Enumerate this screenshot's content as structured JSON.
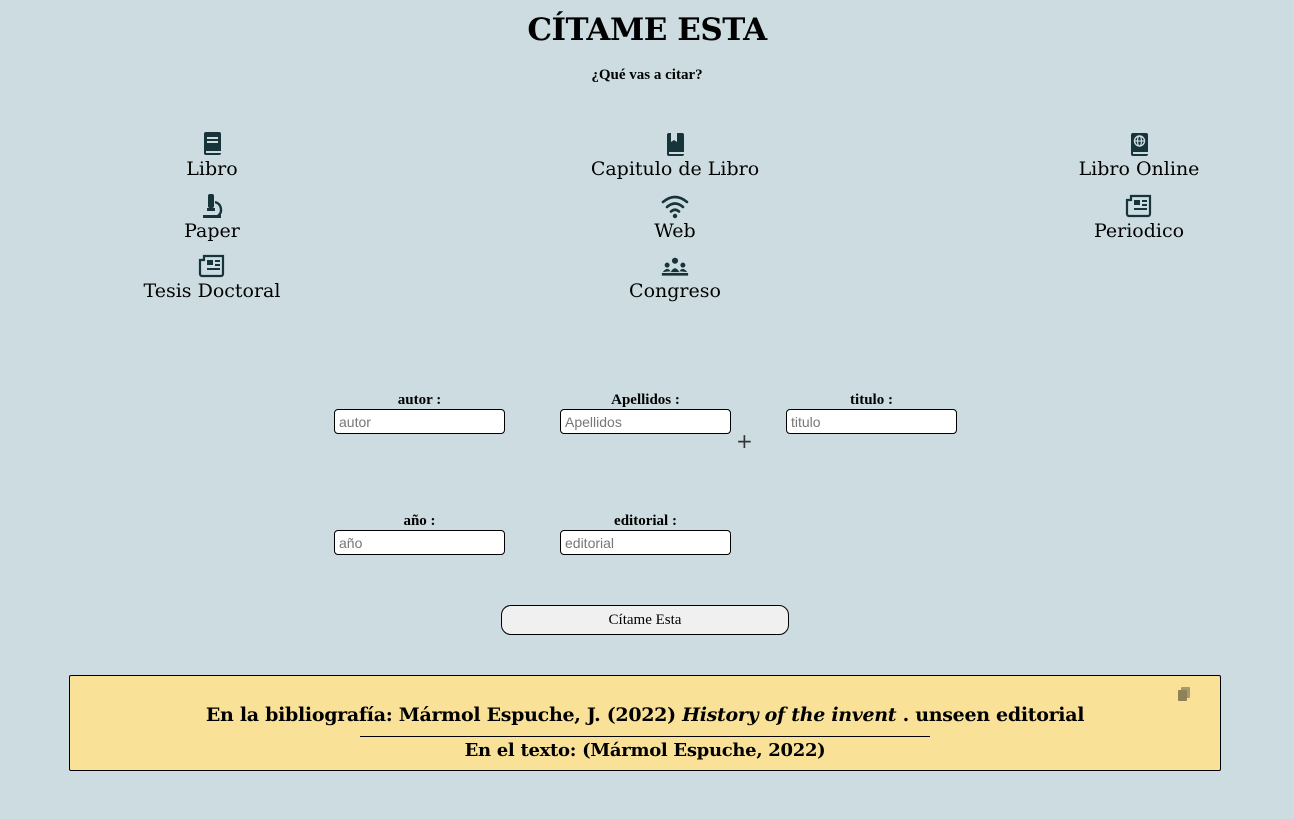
{
  "header": {
    "title": "CÍTAME ESTA",
    "subtitle": "¿Qué vas a citar?"
  },
  "types": [
    {
      "label": "Libro",
      "icon": "book-icon"
    },
    {
      "label": "Capitulo de Libro",
      "icon": "book-bookmark-icon"
    },
    {
      "label": "Libro Online",
      "icon": "book-globe-icon"
    },
    {
      "label": "Paper",
      "icon": "microscope-icon"
    },
    {
      "label": "Web",
      "icon": "wifi-icon"
    },
    {
      "label": "Periodico",
      "icon": "newspaper-icon"
    },
    {
      "label": "Tesis Doctoral",
      "icon": "newspaper-icon"
    },
    {
      "label": "Congreso",
      "icon": "people-group-icon"
    }
  ],
  "form": {
    "autor": {
      "label": "autor :",
      "placeholder": "autor",
      "value": ""
    },
    "apellidos": {
      "label": "Apellidos :",
      "placeholder": "Apellidos",
      "value": ""
    },
    "titulo": {
      "label": "titulo :",
      "placeholder": "titulo",
      "value": ""
    },
    "anio": {
      "label": "año :",
      "placeholder": "año",
      "value": ""
    },
    "editorial": {
      "label": "editorial :",
      "placeholder": "editorial",
      "value": ""
    },
    "add_author": "+",
    "submit_label": "Cítame Esta"
  },
  "result": {
    "biblio_prefix": "En la bibliografía: Mármol Espuche, J. (2022) ",
    "biblio_title": "History of the invent",
    "biblio_suffix": " . unseen editorial",
    "intext": "En el texto: (Mármol Espuche, 2022)",
    "copy_icon": "copy-icon"
  },
  "colors": {
    "background": "#ccdce0",
    "icon": "#17343a",
    "result_bg": "#f9e197"
  }
}
